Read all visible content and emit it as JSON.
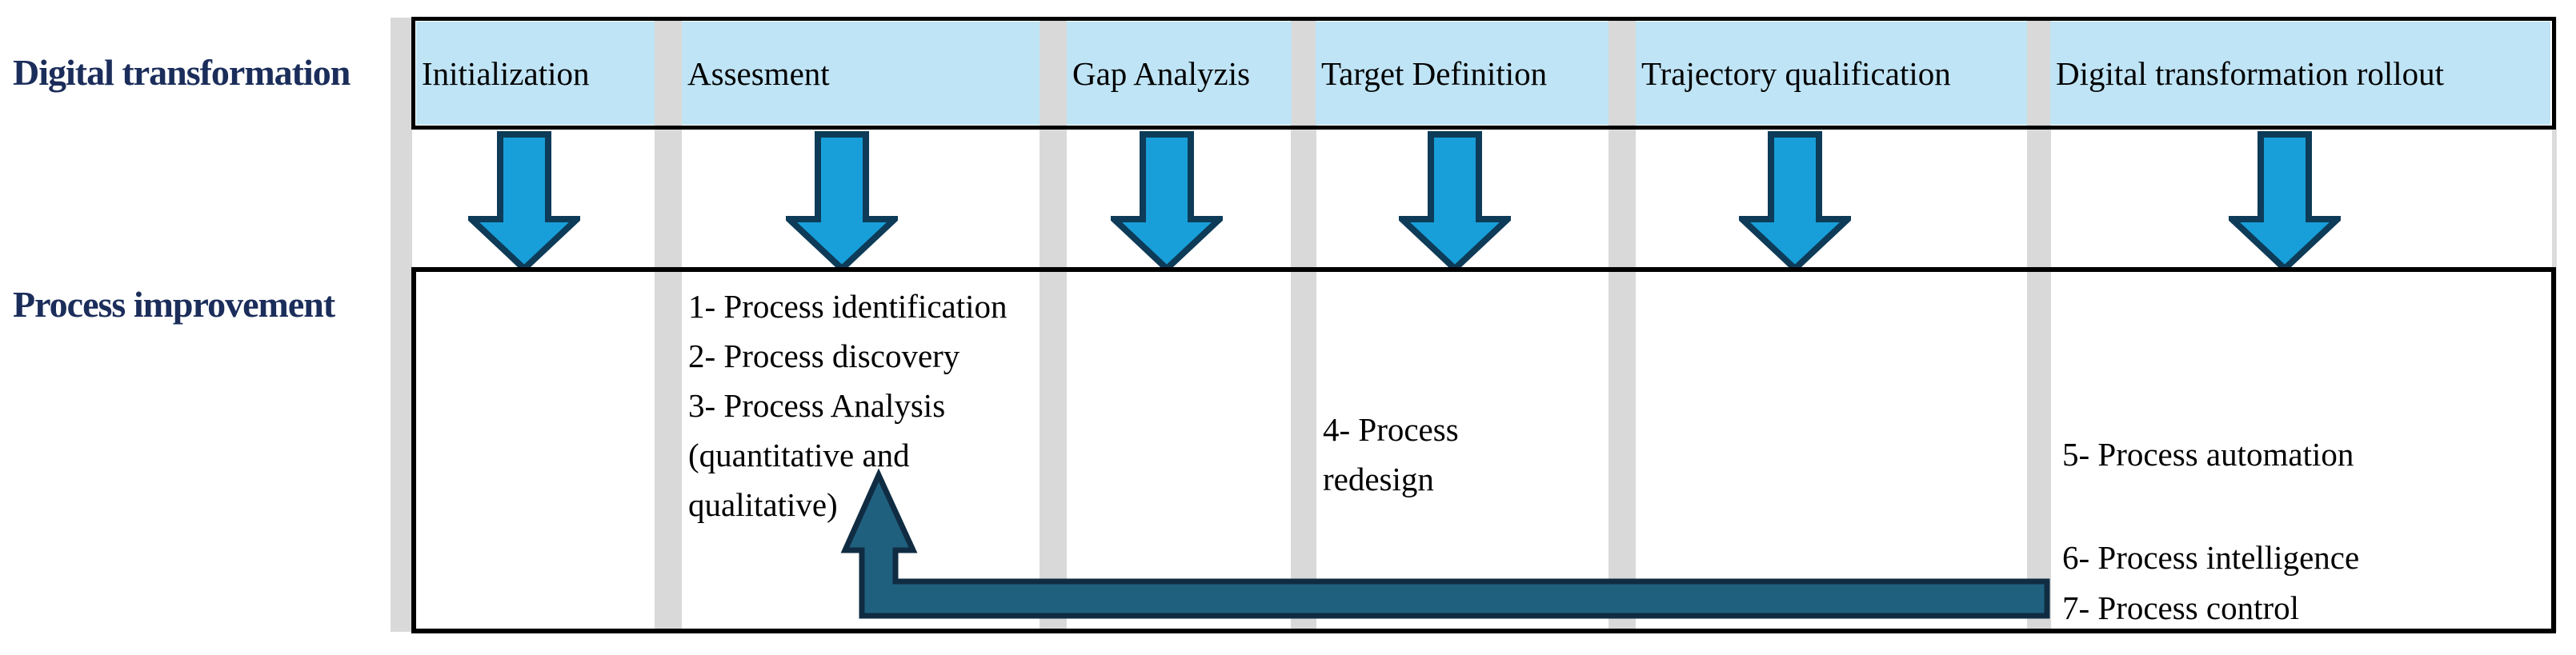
{
  "row_labels": {
    "digital_transformation": "Digital transformation",
    "process_improvement": "Process improvement"
  },
  "phases": [
    {
      "label": "Initialization"
    },
    {
      "label": "Assesment"
    },
    {
      "label": "Gap Analyzis"
    },
    {
      "label": "Target Definition"
    },
    {
      "label": "Trajectory qualification"
    },
    {
      "label": "Digital transformation rollout"
    }
  ],
  "process_steps": {
    "assessment_lines": [
      "1- Process identification",
      "2- Process discovery",
      "3- Process Analysis",
      "(quantitative and",
      "qualitative)"
    ],
    "target_lines": [
      "4- Process",
      "redesign"
    ],
    "rollout_lines": [
      "5- Process automation",
      "6- Process intelligence",
      "7- Process control"
    ]
  },
  "icons": {
    "down_arrow": "down-arrow-icon",
    "feedback_arrow": "feedback-elbow-arrow-icon"
  },
  "colors": {
    "band_fill": "#bfe4f5",
    "divider": "#d9d9d9",
    "down_arrow_fill": "#189fd9",
    "down_arrow_outline": "#0d3b58",
    "feedback_fill": "#20607f",
    "feedback_outline": "#102c42",
    "row_label_navy": "#1b2d5a",
    "border": "#000000"
  }
}
